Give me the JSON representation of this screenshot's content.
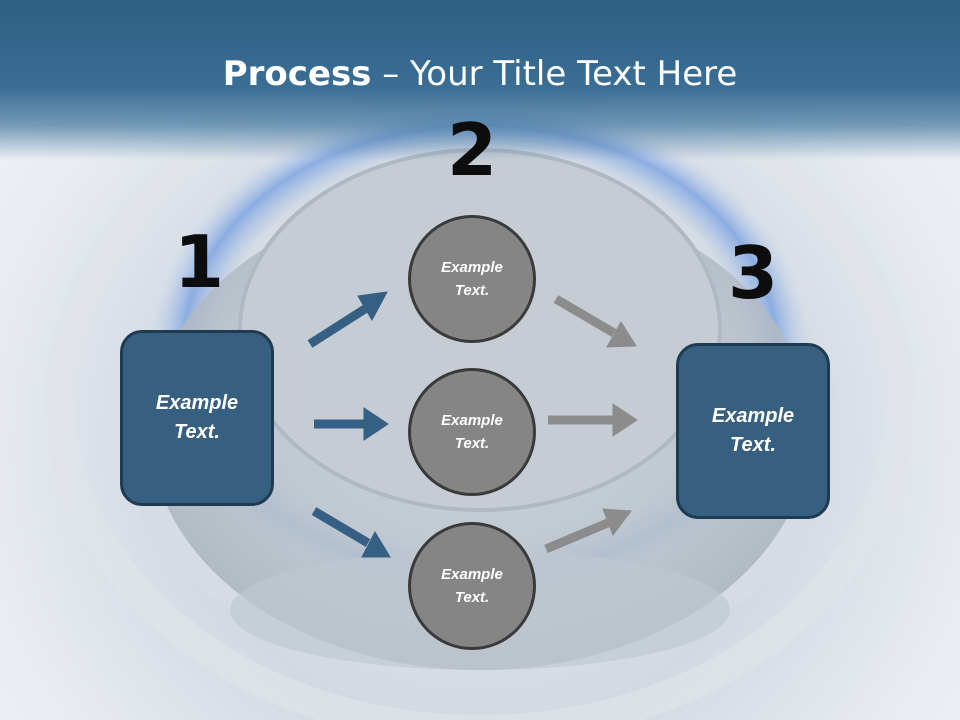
{
  "title": {
    "bold": "Process",
    "rest": " – Your Title Text Here"
  },
  "steps": {
    "one": "1",
    "two": "2",
    "three": "3"
  },
  "boxes": {
    "left": "Example\nText.",
    "right": "Example\nText."
  },
  "circles": {
    "top": "Example\nText.",
    "middle": "Example\nText.",
    "bottom": "Example\nText."
  },
  "colors": {
    "header": "#3a6e95",
    "box": "#365f80",
    "circle": "#858585",
    "arrow_blue": "#356083",
    "arrow_gray": "#8c8c8c"
  }
}
